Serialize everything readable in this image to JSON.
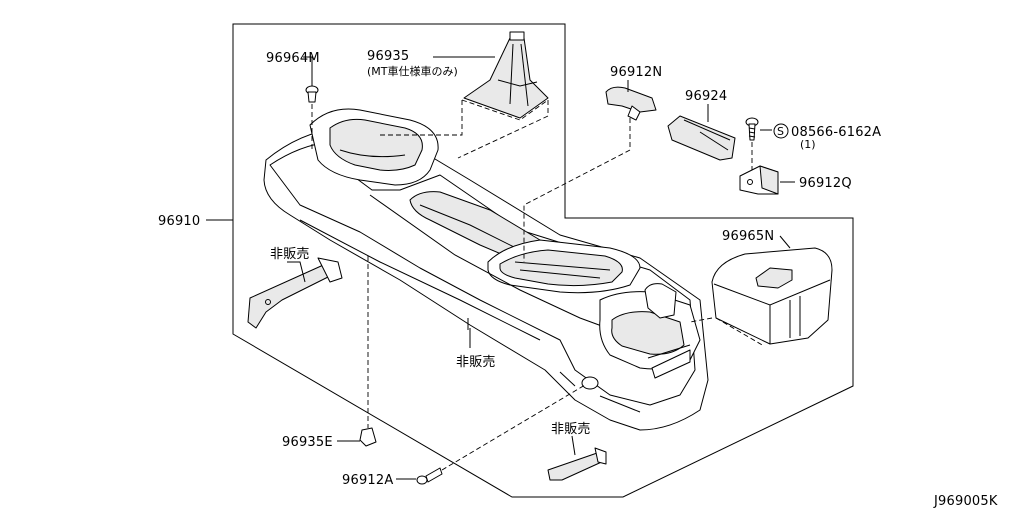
{
  "diagram_code": "J969005K",
  "labels": {
    "p96964M": "96964M",
    "p96935": "96935",
    "p96935_note": "(MT車仕様車のみ)",
    "p96912N": "96912N",
    "p96924": "96924",
    "p08566": "08566-6162A",
    "p08566_qty": "(1)",
    "screw_symbol": "S",
    "p96912Q": "96912Q",
    "p96965N": "96965N",
    "p96910": "96910",
    "not_sold_1": "非販売",
    "not_sold_2": "非販売",
    "not_sold_3": "非販売",
    "p96935E": "96935E",
    "p96912A": "96912A"
  }
}
